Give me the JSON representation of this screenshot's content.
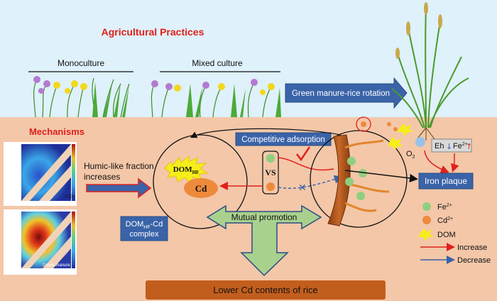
{
  "colors": {
    "sky": "#dff1fa",
    "soil": "#f3c7a8",
    "title_red": "#e0201b",
    "box_blue": "#3a63a8",
    "arrow_red": "#e0201b",
    "arrow_blue": "#3a63a8",
    "fe_green": "#8fcf7f",
    "cd_orange": "#ee8a3c",
    "dom_yellow": "#f6ee1a",
    "root_brown": "#b35a1b",
    "bottom_box": "#c25e1d",
    "promo_green": "#a9d18e"
  },
  "header": {
    "agri_title": "Agricultural Practices",
    "mono_label": "Monoculture",
    "mixed_label": "Mixed culture",
    "rotation_label": "Green manure-rice rotation"
  },
  "mechanisms": {
    "title": "Mechanisms",
    "humic_line1": "Humic-like fraction",
    "humic_line2": "increases",
    "plot_top_tag": "F100",
    "plot_bottom_tag": "Green manure",
    "competitive_label": "Competitive adsorption",
    "vs_label": "VS",
    "dom_hf": "DOM",
    "dom_sub": "HF",
    "cd_label": "Cd",
    "complex_line1_a": "DOM",
    "complex_line1_sub": "HF",
    "complex_line1_b": "-Cd",
    "complex_line2": "complex",
    "mutual_label": "Mutual promotion",
    "iron_plaque": "Iron plaque",
    "eh_label": "Eh",
    "fe2_label": "Fe",
    "fe2_sup": "2+",
    "o2_label": "O",
    "o2_sub": "2",
    "bottom_label": "Lower Cd contents of rice"
  },
  "legend": {
    "fe": "Fe",
    "fe_sup": "2+",
    "cd": "Cd",
    "cd_sup": "2+",
    "dom": "DOM",
    "increase": "Increase",
    "decrease": "Decrease"
  }
}
